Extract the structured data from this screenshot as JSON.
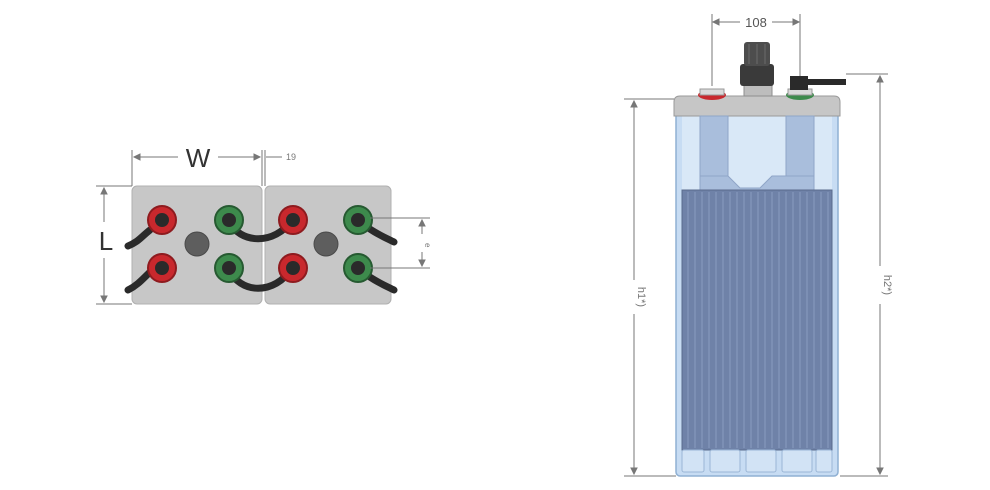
{
  "top_view": {
    "width_label": "W",
    "length_label": "L",
    "gap_label": "19",
    "pitch_label": "e"
  },
  "side_view": {
    "top_width_label": "108",
    "h1_label": "h1*)",
    "h2_label": "h2*)"
  },
  "colors": {
    "positive_terminal": "#c8282d",
    "negative_terminal": "#3d8a4c",
    "lid": "#c6c6c6",
    "plate": "#6f82a8",
    "container": "#c7dcf3"
  }
}
